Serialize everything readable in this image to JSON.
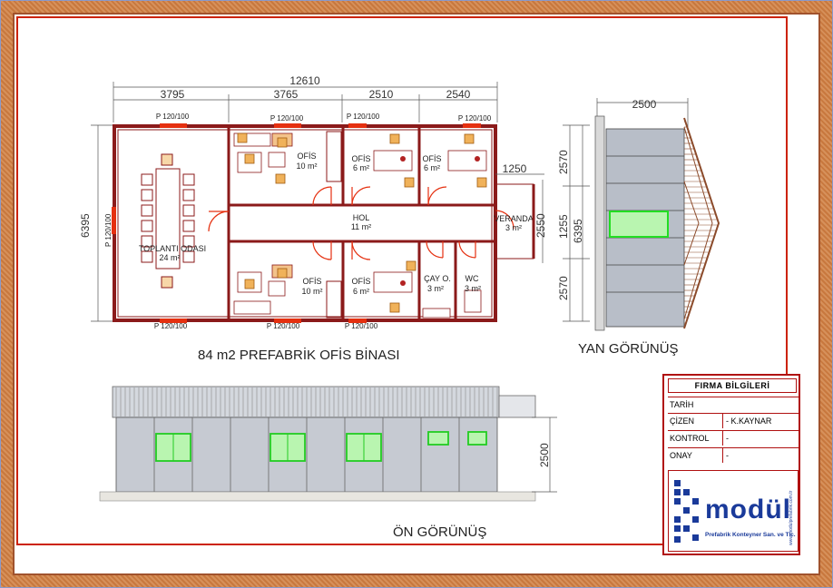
{
  "plan": {
    "dims_top": {
      "total": "12610",
      "seg1": "3795",
      "seg2": "3765",
      "seg3": "2510",
      "seg4": "2540"
    },
    "dim_left": "6395",
    "dim_veranda": "1250",
    "panels": {
      "top1": "P 120/100",
      "top2": "P 120/100",
      "top3": "P 120/100",
      "top4": "P 120/100",
      "bottom1": "P 120/100",
      "bottom2": "P 120/100",
      "bottom3": "P 120/100",
      "left": "P 120/100"
    },
    "rooms": {
      "meeting_name": "TOPLANTI ODASI",
      "meeting_area": "24 m²",
      "office_a_name": "OFİS",
      "office_a_area": "10 m²",
      "office_b_name": "OFİS",
      "office_b_area": "6 m²",
      "office_c_name": "OFİS",
      "office_c_area": "6 m²",
      "hall_name": "HOL",
      "hall_area": "11 m²",
      "veranda_name": "VERANDA",
      "veranda_area": "3 m²",
      "office_d_name": "OFİS",
      "office_d_area": "10 m²",
      "office_e_name": "OFİS",
      "office_e_area": "6 m²",
      "tea_name": "ÇAY O.",
      "tea_area": "3 m²",
      "wc_name": "WC",
      "wc_area": "3 m²"
    },
    "caption": "84 m2 PREFABRİK OFİS BİNASI"
  },
  "side_view": {
    "dim_width": "2500",
    "dims_right": {
      "d1": "2570",
      "d2": "1255",
      "d3": "2570",
      "total": "6395",
      "mid": "2550"
    },
    "caption": "YAN GÖRÜNÜŞ"
  },
  "front_view": {
    "dim_height": "2500",
    "caption": "ÖN GÖRÜNÜŞ"
  },
  "firm_info": {
    "title": "FIRMA BİLGİLERİ",
    "rows": [
      {
        "label": "TARİH",
        "value": ""
      },
      {
        "label": "ÇİZEN",
        "value": "- K.KAYNAR"
      },
      {
        "label": "KONTROL",
        "value": "-"
      },
      {
        "label": "ONAY",
        "value": "-"
      }
    ],
    "logo_text": "modül",
    "logo_subtitle": "Prefabrik Konteyner San. ve Tic.",
    "logo_url": "www.modulprefabrik.com.tr"
  },
  "colors": {
    "wall": "#8b1a1a",
    "door": "#e53010",
    "window": "#22dd22",
    "frame": "#cc2200",
    "logo": "#1a3a9a"
  }
}
